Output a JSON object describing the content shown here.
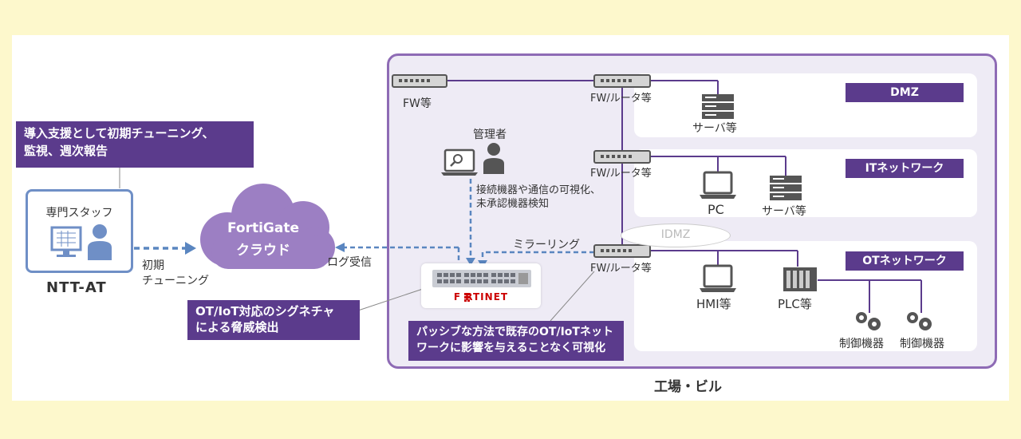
{
  "support_callout": "導入支援として初期チューニング、\n監視、週次報告",
  "staff": {
    "label": "専門スタッフ",
    "org": "NTT-AT"
  },
  "initial_tuning": "初期\nチューニング",
  "cloud": {
    "line1": "FortiGate",
    "line2": "クラウド"
  },
  "log_receive": "ログ受信",
  "signature_callout": "OT/IoT対応のシグネチャ\nによる脅威検出",
  "admin_label": "管理者",
  "visibility_text": "接続機器や通信の可視化、\n未承認機器検知",
  "mirroring": "ミラーリング",
  "fortinet_logo": "F   RTINET",
  "passive_callout": "パッシブな方法で既存のOT/IoTネット\nワークに影響を与えることなく可視化",
  "site_label": "工場・ビル",
  "fw_top_left": "FW等",
  "fw_router_1": "FW/ルータ等",
  "fw_router_2": "FW/ルータ等",
  "fw_router_3": "FW/ルータ等",
  "zones": {
    "dmz": {
      "title": "DMZ",
      "server": "サーバ等"
    },
    "it": {
      "title": "ITネットワーク",
      "pc": "PC",
      "server": "サーバ等"
    },
    "idmz": "IDMZ",
    "ot": {
      "title": "OTネットワーク",
      "hmi": "HMI等",
      "plc": "PLC等",
      "ctrl1": "制御機器",
      "ctrl2": "制御機器"
    }
  },
  "colors": {
    "purple": "#5b3b8c",
    "site_bg": "#eeebf5",
    "dash_blue": "#5a86c0",
    "cloud": "#9c7fc3",
    "staff_border": "#6f8fc6"
  }
}
